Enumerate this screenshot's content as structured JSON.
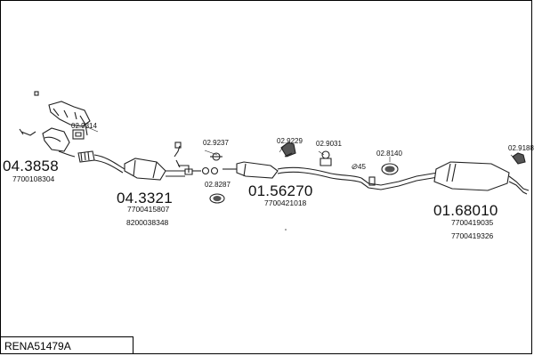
{
  "title": "RENA51479A",
  "parts": {
    "front": {
      "number": "04.3858",
      "oem": [
        "7700108304"
      ],
      "bracket_code": "02.9314"
    },
    "catalyst": {
      "number": "04.3321",
      "oem": [
        "7700415807",
        "8200038348"
      ],
      "hanger_code": "02.9237",
      "ring_code": "02.8287"
    },
    "middle": {
      "number": "01.56270",
      "oem": [
        "7700421018"
      ],
      "hanger_code_1": "02.9229",
      "hanger_code_2": "02.9031",
      "clamp_code": "45"
    },
    "rear": {
      "number": "01.68010",
      "oem": [
        "7700419035",
        "7700419326"
      ],
      "hanger_code_1": "02.8140",
      "hanger_code_2": "02.9188"
    }
  },
  "colors": {
    "line": "#222222",
    "fill": "#ffffff",
    "shade": "#555555"
  }
}
